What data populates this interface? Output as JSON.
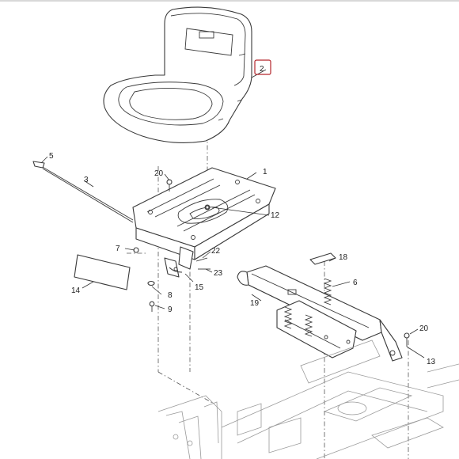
{
  "callouts": {
    "c1": "1",
    "c2": "2",
    "c3": "3",
    "c5": "5",
    "c6": "6",
    "c7": "7",
    "c8": "8",
    "c9": "9",
    "c12": "12",
    "c13": "13",
    "c14": "14",
    "c15": "15",
    "c18": "18",
    "c19": "19",
    "c20a": "20",
    "c20b": "20",
    "c22": "22",
    "c23": "23"
  },
  "colors": {
    "line": "#3a3a3a",
    "frame": "#9a9a9a",
    "highlight": "#b3262c",
    "background": "#ffffff"
  }
}
